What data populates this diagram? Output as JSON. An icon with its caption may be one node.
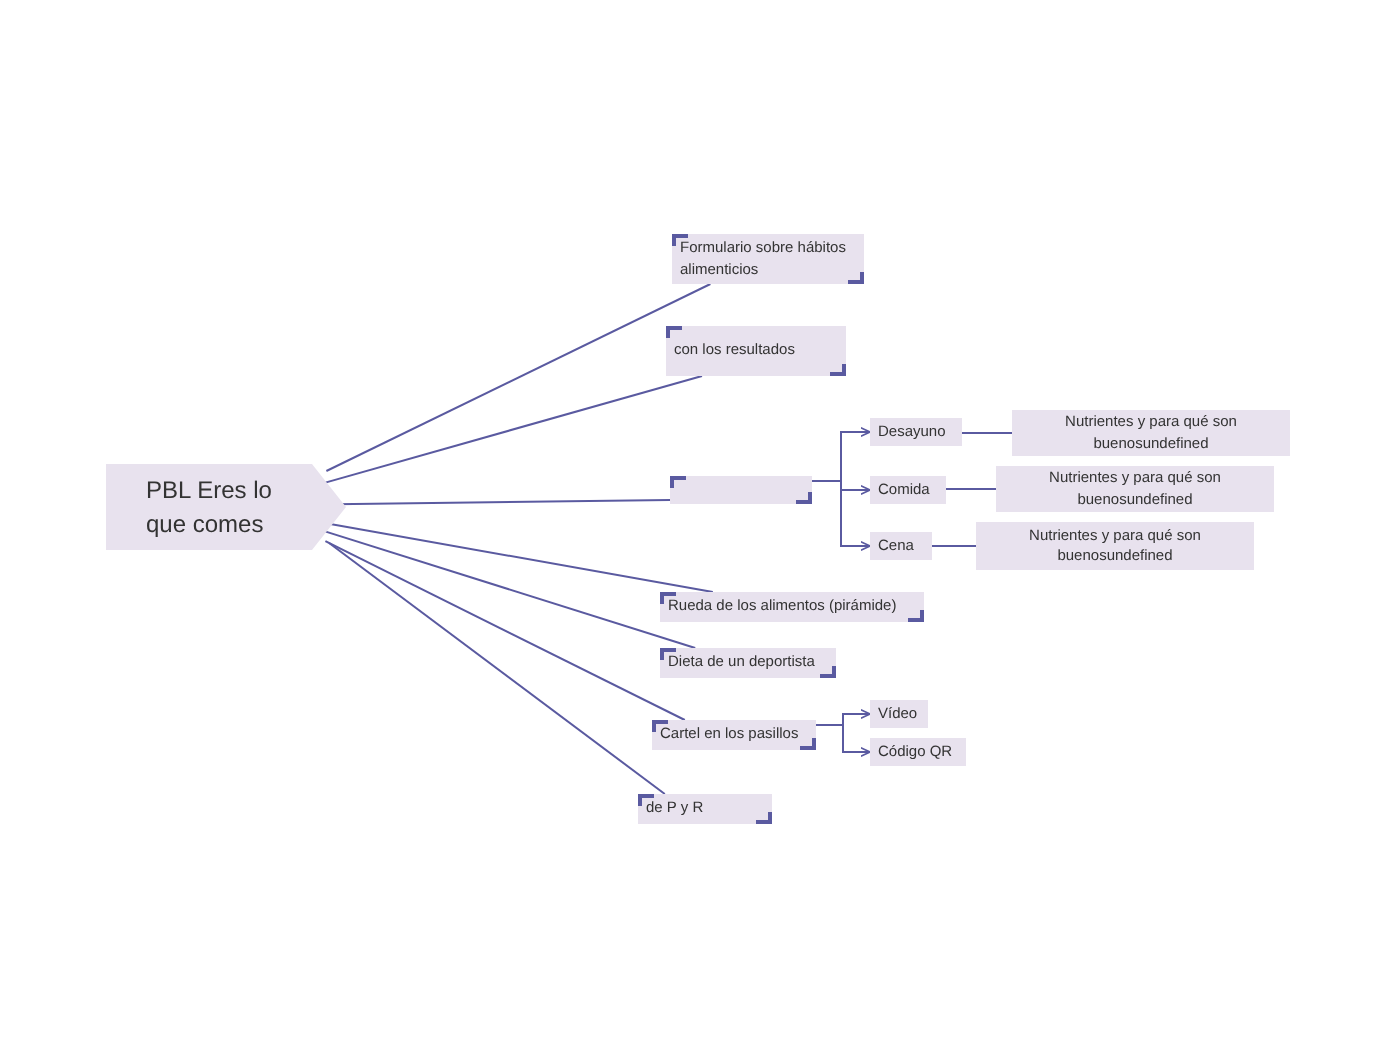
{
  "diagram": {
    "nodes": [
      {
        "text": [
          "PBL Eres lo que comes"
        ]
      },
      {
        "text": [
          "Formulario sobre hábitos alimenticios"
        ]
      },
      {
        "text": [
          "con los resultados"
        ]
      },
      {
        "text": [],
        "shape": "box"
      },
      {
        "text": [
          "Desayuno"
        ]
      },
      {
        "text": [
          "Nutrientes y para qué son buenosundefined"
        ]
      },
      {
        "text": [
          "Comida"
        ]
      },
      {
        "text": [
          "Nutrientes y para qué son buenosundefined"
        ]
      },
      {
        "text": [
          "Cena"
        ]
      },
      {
        "text": [
          "Nutrientes y para qué son buenosundefined"
        ]
      },
      {
        "text": [
          "Rueda de los alimentos (pirámide)"
        ]
      },
      {
        "text": [
          "Dieta de un deportista"
        ]
      },
      {
        "text": [
          "Cartel en los pasillos"
        ]
      },
      {
        "text": [
          "Vídeo"
        ]
      },
      {
        "text": [
          "Código QR"
        ]
      },
      {
        "text": [
          "de P y R"
        ]
      }
    ],
    "edges": [
      {
        "from": 0,
        "to": 1,
        "arrow": "none"
      },
      {
        "from": 0,
        "to": 2,
        "arrow": "none"
      },
      {
        "from": 0,
        "to": 3,
        "arrow": "none"
      },
      {
        "from": 3,
        "to": 4,
        "arrow": "to"
      },
      {
        "from": 3,
        "to": 6,
        "arrow": "to"
      },
      {
        "from": 3,
        "to": 8,
        "arrow": "to"
      },
      {
        "from": 4,
        "to": 5,
        "arrow": "none"
      },
      {
        "from": 6,
        "to": 7,
        "arrow": "none"
      },
      {
        "from": 8,
        "to": 9,
        "arrow": "none"
      },
      {
        "from": 0,
        "to": 10,
        "arrow": "none"
      },
      {
        "from": 0,
        "to": 11,
        "arrow": "none"
      },
      {
        "from": 0,
        "to": 12,
        "arrow": "none"
      },
      {
        "from": 12,
        "to": 13,
        "arrow": "to"
      },
      {
        "from": 12,
        "to": 14,
        "arrow": "to"
      },
      {
        "from": 0,
        "to": 15,
        "arrow": "none"
      }
    ]
  }
}
